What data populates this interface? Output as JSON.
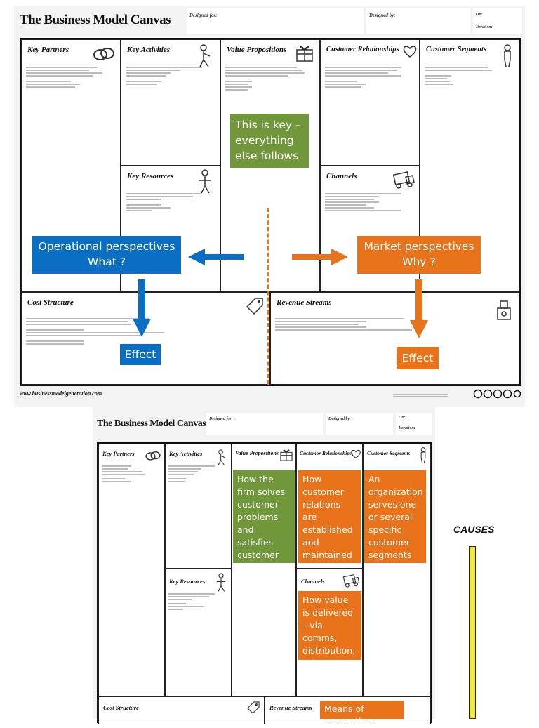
{
  "top_canvas": {
    "title": "The Business Model Canvas",
    "designed_for": "Designed for:",
    "designed_by": "Designed by:",
    "on": "On:",
    "iteration": "Iteration:",
    "blocks": {
      "key_partners": "Key Partners",
      "key_activities": "Key Activities",
      "value_propositions": "Value Propositions",
      "customer_relationships": "Customer Relationships",
      "customer_segments": "Customer Segments",
      "key_resources": "Key Resources",
      "channels": "Channels",
      "cost_structure": "Cost Structure",
      "revenue_streams": "Revenue Streams"
    },
    "footer_url": "www.businessmodelgeneration.com"
  },
  "annotations": {
    "key_callout": "This is key – everything else follows",
    "operational": "Operational perspectives What ?",
    "market": "Market perspectives Why ?",
    "effect_left": "Effect",
    "effect_right": "Effect"
  },
  "bottom_canvas": {
    "title": "The Business Model Canvas",
    "designed_for": "Designed for:",
    "designed_by": "Designed by:",
    "on": "On:",
    "iteration": "Iteration:",
    "blocks": {
      "key_partners": "Key Partners",
      "key_activities": "Key Activities",
      "value_propositions": "Value Propositions",
      "customer_relationships": "Customer Relationships",
      "customer_segments": "Customer Segments",
      "key_resources": "Key Resources",
      "channels": "Channels",
      "cost_structure": "Cost Structure",
      "revenue_streams": "Revenue Streams"
    },
    "notes": {
      "value_propositions": "How the firm solves customer problems and satisfies customer needs",
      "customer_relationships": "How customer relations are established and maintained",
      "customer_segments": "An organization serves one or several specific customer segments",
      "channels": "How value is delivered – via comms, distribution, sales",
      "revenue_streams": "Means of generating"
    }
  },
  "causes_label": "CAUSES",
  "colors": {
    "green": "#70973a",
    "orange": "#e8731b",
    "blue": "#0a6fc2",
    "yellow": "#f2ea3a"
  }
}
